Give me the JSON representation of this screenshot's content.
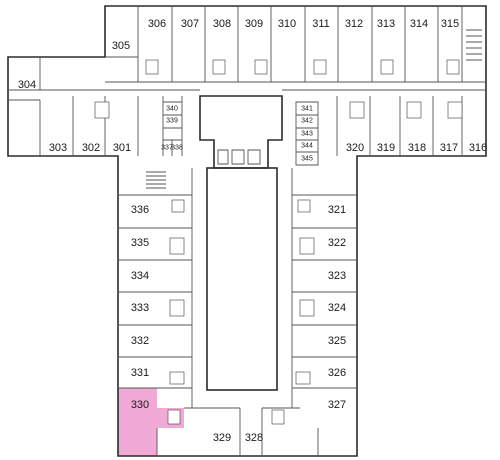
{
  "highlight_color": "#f1a9d6",
  "highlighted_room": "330",
  "rooms": {
    "r301": "301",
    "r302": "302",
    "r303": "303",
    "r304": "304",
    "r305": "305",
    "r306": "306",
    "r307": "307",
    "r308": "308",
    "r309": "309",
    "r310": "310",
    "r311": "311",
    "r312": "312",
    "r313": "313",
    "r314": "314",
    "r315": "315",
    "r316": "316",
    "r317": "317",
    "r318": "318",
    "r319": "319",
    "r320": "320",
    "r321": "321",
    "r322": "322",
    "r323": "323",
    "r324": "324",
    "r325": "325",
    "r326": "326",
    "r327": "327",
    "r328": "328",
    "r329": "329",
    "r330": "330",
    "r331": "331",
    "r332": "332",
    "r333": "333",
    "r334": "334",
    "r335": "335",
    "r336": "336",
    "r337": "337",
    "r338": "338",
    "r339": "339",
    "r340": "340",
    "r341": "341",
    "r342": "342",
    "r343": "343",
    "r344": "344",
    "r345": "345"
  }
}
